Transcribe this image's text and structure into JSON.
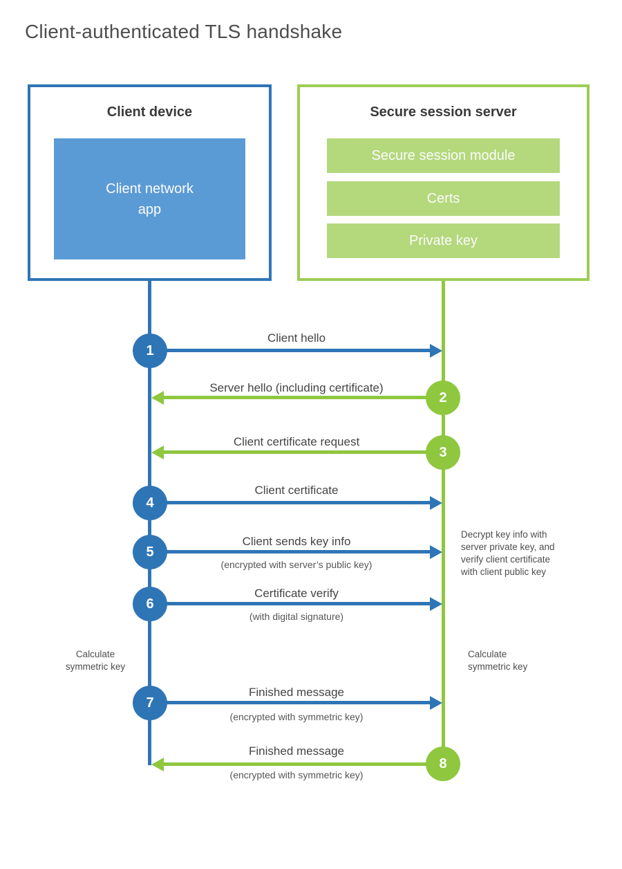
{
  "title": "Client-authenticated TLS handshake",
  "colors": {
    "blue": "#2e75b6",
    "blue_fill": "#5b9bd5",
    "green": "#8fc73f",
    "green_border": "#9ccd55",
    "green_fill": "#b4d87c"
  },
  "client_box": {
    "title": "Client device",
    "app_label": "Client network\napp"
  },
  "server_box": {
    "title": "Secure session server",
    "modules": [
      "Secure session module",
      "Certs",
      "Private key"
    ]
  },
  "steps": [
    {
      "num": "1",
      "label": "Client hello",
      "direction": "right",
      "actor": "client"
    },
    {
      "num": "2",
      "label": "Server hello (including certificate)",
      "direction": "left",
      "actor": "server"
    },
    {
      "num": "3",
      "label": "Client certificate request",
      "direction": "left",
      "actor": "server"
    },
    {
      "num": "4",
      "label": "Client certificate",
      "direction": "right",
      "actor": "client"
    },
    {
      "num": "5",
      "label": "Client sends key info",
      "sub": "(encrypted with server’s public key)",
      "direction": "right",
      "actor": "client"
    },
    {
      "num": "6",
      "label": "Certificate verify",
      "sub": "(with digital signature)",
      "direction": "right",
      "actor": "client"
    },
    {
      "num": "7",
      "label": "Finished message",
      "sub": "(encrypted with symmetric key)",
      "direction": "right",
      "actor": "client"
    },
    {
      "num": "8",
      "label": "Finished message",
      "sub": "(encrypted with symmetric key)",
      "direction": "left",
      "actor": "server"
    }
  ],
  "annotations": {
    "decrypt_note": "Decrypt key info with\nserver private key, and\nverify client certificate\nwith client public key",
    "calc_left": "Calculate\nsymmetric key",
    "calc_right": "Calculate\nsymmetric key"
  }
}
